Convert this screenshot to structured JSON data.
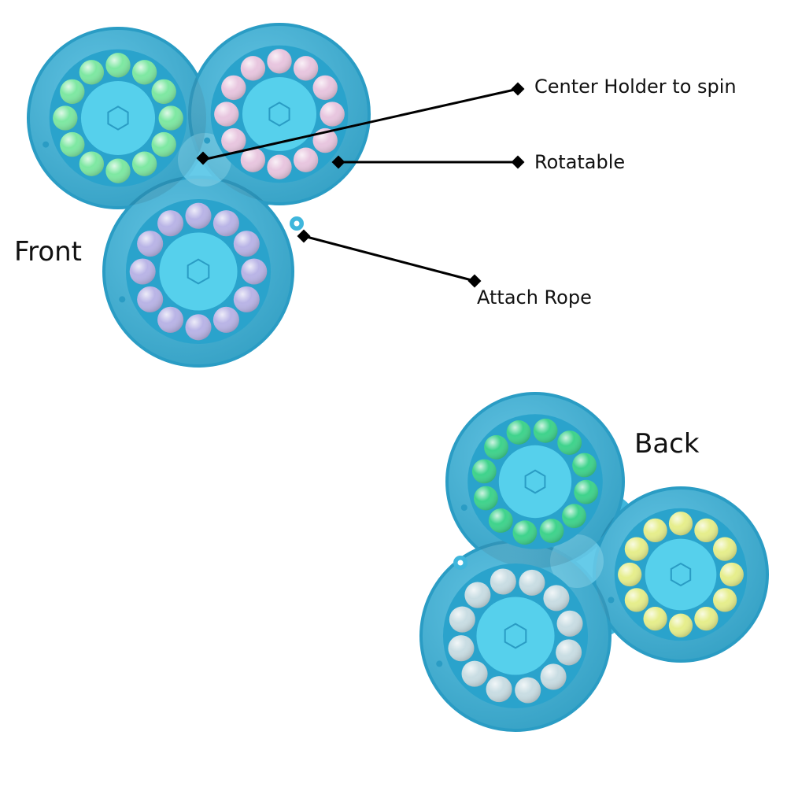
{
  "labels": {
    "front": "Front",
    "back": "Back",
    "center_holder": "Center Holder to spin",
    "rotatable": "Rotatable",
    "attach_rope": "Attach Rope"
  },
  "colors": {
    "body": "#3fb6dc",
    "body_dark": "#2a9cc4",
    "body_light": "#74d2ee",
    "tray": "#2aa3cc",
    "hub": "#56d0ec",
    "pointer": "#000000"
  },
  "products": [
    {
      "name": "spinner-front",
      "ball_sets": [
        {
          "name": "green",
          "color": "#7ee8a2"
        },
        {
          "name": "pink",
          "color": "#e8c6df"
        },
        {
          "name": "lavender",
          "color": "#b9b4e6"
        }
      ]
    },
    {
      "name": "spinner-back",
      "ball_sets": [
        {
          "name": "green",
          "color": "#3fd38c"
        },
        {
          "name": "yellow",
          "color": "#e6ee8c"
        },
        {
          "name": "light-grey",
          "color": "#c9dde3"
        }
      ]
    }
  ]
}
